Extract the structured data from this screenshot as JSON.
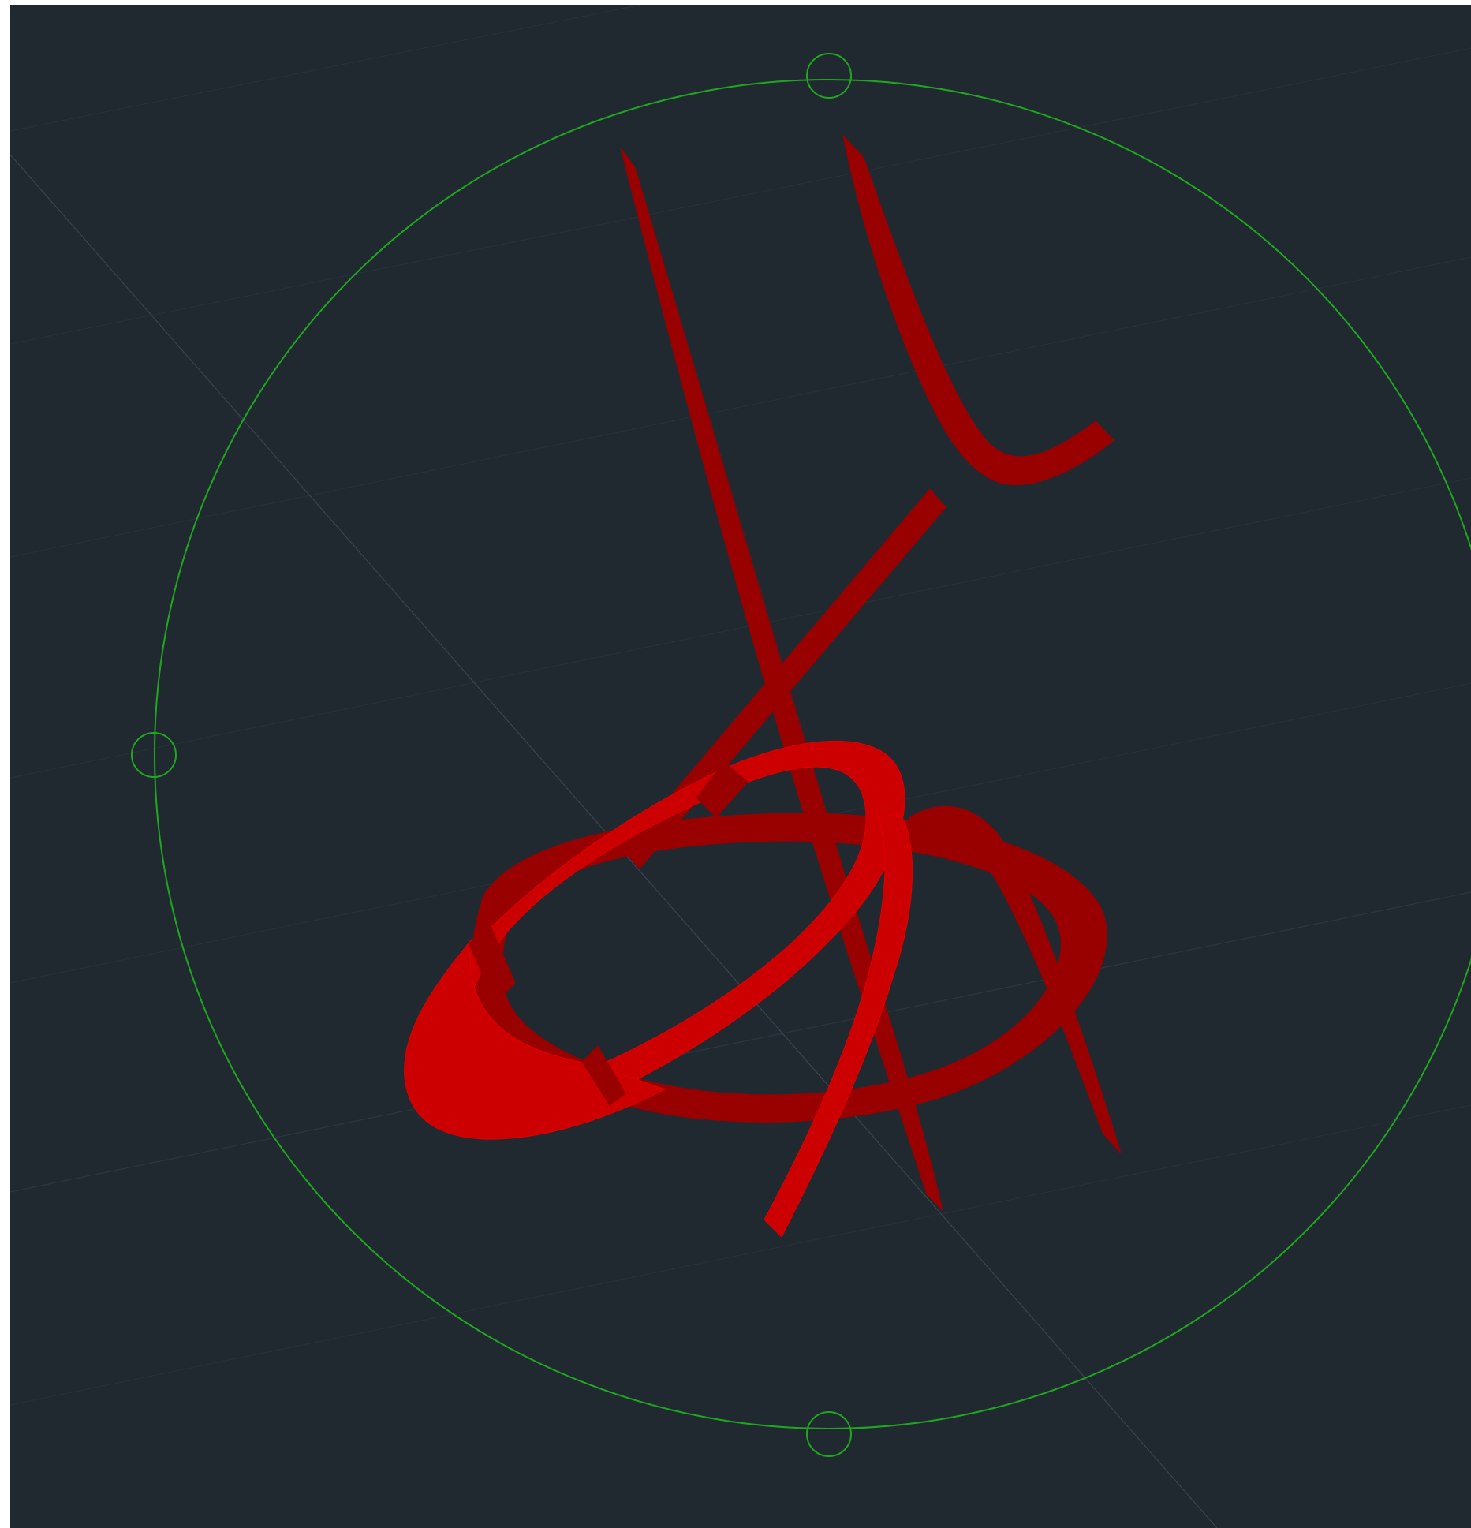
{
  "viewport": {
    "background": "#212930",
    "view_style": "3D orbit view",
    "colors": {
      "orbit_circle": "#1fa81f",
      "ribbon_bright": "#cc0000",
      "ribbon_dark": "#990000",
      "ribbon_edge": "#e00000",
      "grid": "#2b3640"
    }
  },
  "objects": [
    {
      "name": "helix-ribbon-solid",
      "type": "3D solid (ribbon)"
    }
  ],
  "orbit_grips": [
    "top",
    "left",
    "bottom"
  ]
}
